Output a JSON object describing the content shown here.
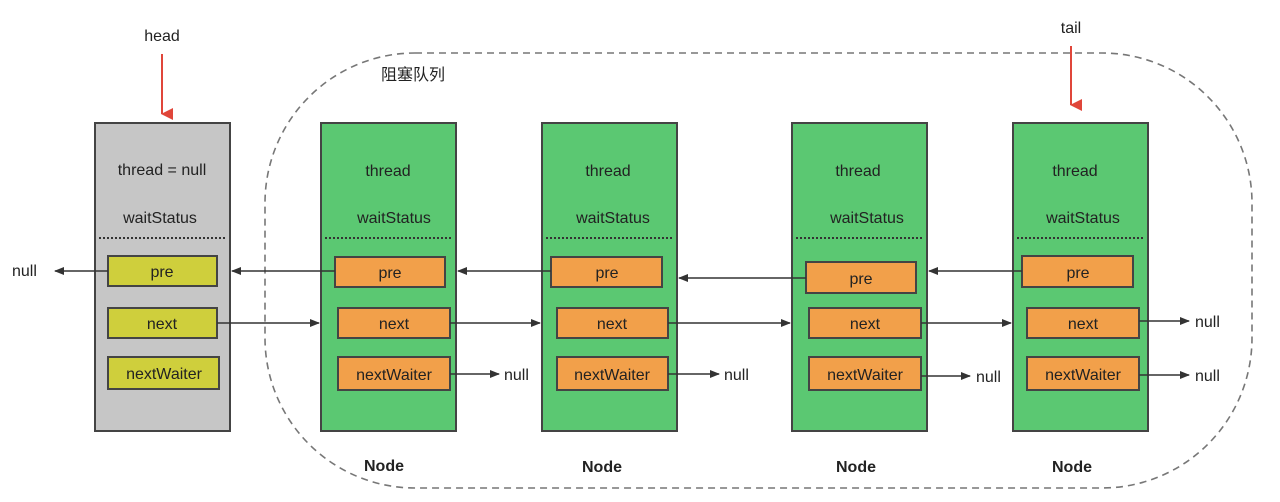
{
  "labels": {
    "head": "head",
    "tail": "tail",
    "queue": "阻塞队列",
    "null_text": "null"
  },
  "colors": {
    "head_node_fill": "#c6c6c6",
    "node_fill": "#5bc872",
    "head_field_fill": "#cfcf3c",
    "field_fill": "#f2a04a",
    "pointer_arrow": "#e0463a",
    "link_arrow": "#333333"
  },
  "head_node": {
    "thread": "thread = null",
    "waitStatus": "waitStatus",
    "fields": [
      "pre",
      "next",
      "nextWaiter"
    ]
  },
  "nodes": [
    {
      "thread": "thread",
      "waitStatus": "waitStatus",
      "fields": [
        "pre",
        "next",
        "nextWaiter"
      ],
      "caption": "Node"
    },
    {
      "thread": "thread",
      "waitStatus": "waitStatus",
      "fields": [
        "pre",
        "next",
        "nextWaiter"
      ],
      "caption": "Node"
    },
    {
      "thread": "thread",
      "waitStatus": "waitStatus",
      "fields": [
        "pre",
        "next",
        "nextWaiter"
      ],
      "caption": "Node"
    },
    {
      "thread": "thread",
      "waitStatus": "waitStatus",
      "fields": [
        "pre",
        "next",
        "nextWaiter"
      ],
      "caption": "Node"
    }
  ]
}
